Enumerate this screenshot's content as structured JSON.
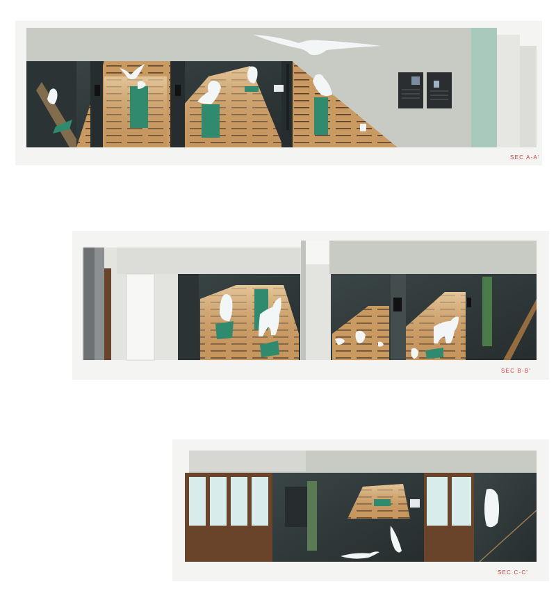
{
  "sections": [
    {
      "id": "a",
      "label": "SEC A-A'"
    },
    {
      "id": "b",
      "label": "SEC B-B'"
    },
    {
      "id": "c",
      "label": "SEC C-C'"
    }
  ],
  "palette": {
    "wall": "#c8cac4",
    "wall_light": "#e3e4e0",
    "panel_dark": "#2f3738",
    "panel_mid": "#3d4748",
    "floor_wood": "#c99a62",
    "floor_light": "#e8cfa6",
    "green_plinth": "#2f8a6e",
    "mint_band": "#a8c9bc",
    "glass": "#d8ecec",
    "timber": "#6a432b",
    "label_red": "#d83a3a"
  },
  "icons": [
    "eagle-icon",
    "owl-icon",
    "bat-icon",
    "wolf-icon",
    "mountain-goat-icon",
    "cat-icon",
    "rabbit-icon",
    "fish-icon",
    "bird-icon"
  ]
}
